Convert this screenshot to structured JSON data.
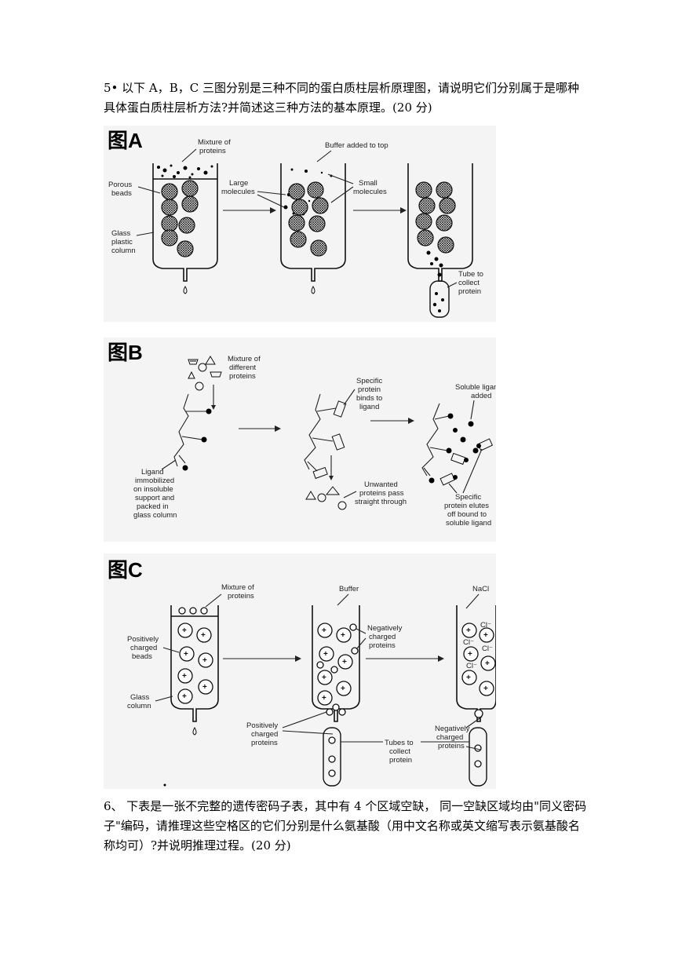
{
  "question5": {
    "text": "5• 以下 A，B，C 三图分别是三种不同的蛋白质柱层析原理图，请说明它们分别属于是哪种具体蛋白质柱层析方法?并简述这三种方法的基本原理。(20 分)"
  },
  "figureA": {
    "title": "图A",
    "labels": {
      "mixture": [
        "Mixture of",
        "proteins"
      ],
      "buffer": "Buffer added to top",
      "porous": [
        "Porous",
        "beads"
      ],
      "large": [
        "Large",
        "molecules"
      ],
      "small": [
        "Small",
        "molecules"
      ],
      "glass": [
        "Glass",
        "plastic",
        "column"
      ],
      "tube": [
        "Tube to",
        "collect",
        "protein"
      ]
    }
  },
  "figureB": {
    "title": "图B",
    "labels": {
      "mixture": [
        "Mixture of",
        "different",
        "proteins"
      ],
      "specific": [
        "Specific",
        "protein",
        "binds to",
        "ligand"
      ],
      "soluble": [
        "Soluble ligand",
        "added"
      ],
      "ligand": [
        "Ligand",
        "immobilized",
        "on insoluble",
        "support and",
        "packed in",
        "glass column"
      ],
      "unwanted": [
        "Unwanted",
        "proteins pass",
        "straight through"
      ],
      "elutes": [
        "Specific",
        "protein elutes",
        "off bound to",
        "soluble ligand"
      ]
    }
  },
  "figureC": {
    "title": "图C",
    "labels": {
      "mixture": [
        "Mixture of",
        "proteins"
      ],
      "buffer": "Buffer",
      "nacl": "NaCl",
      "posbeads": [
        "Positively",
        "charged",
        "beads"
      ],
      "negprot": [
        "Negatively",
        "charged",
        "proteins"
      ],
      "glass": [
        "Glass",
        "column"
      ],
      "posprot": [
        "Positively",
        "charged",
        "proteins"
      ],
      "tubes": [
        "Tubes to",
        "collect",
        "protein"
      ],
      "negprot2": [
        "Negatively",
        "charged",
        "proteins"
      ],
      "cl": "Cl⁻"
    }
  },
  "question6": {
    "text": "6、 下表是一张不完整的遗传密码子表，其中有 4 个区域空缺， 同一空缺区域均由\"同义密码子\"编码，请推理这些空格区的它们分别是什么氨基酸（用中文名称或英文缩写表示氨基酸名称均可）?并说明推理过程。(20 分)"
  }
}
